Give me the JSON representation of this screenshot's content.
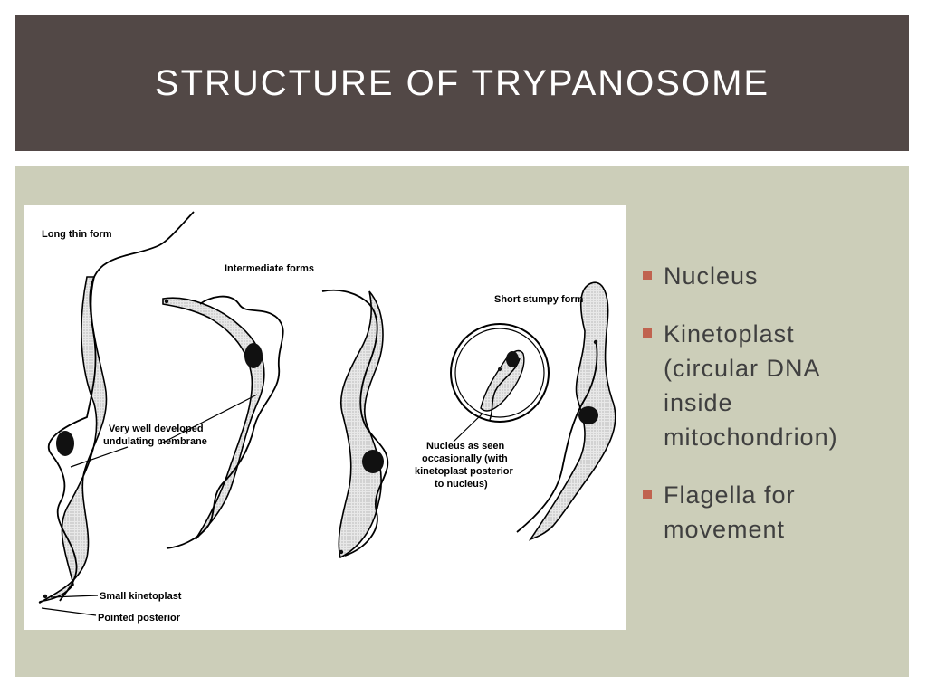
{
  "slide": {
    "title": "STRUCTURE OF TRYPANOSOME"
  },
  "figure": {
    "labels": {
      "long_thin_form": "Long thin form",
      "intermediate_forms": "Intermediate forms",
      "short_stumpy_form": "Short stumpy form",
      "undulating_1": "Very well developed",
      "undulating_2": "undulating membrane",
      "nucleus_note_1": "Nucleus as seen",
      "nucleus_note_2": "occasionally (with",
      "nucleus_note_3": "kinetoplast posterior",
      "nucleus_note_4": "to nucleus)",
      "small_kinetoplast": "Small kinetoplast",
      "pointed_posterior": "Pointed posterior"
    }
  },
  "bullets": [
    {
      "line1": "Nucleus",
      "line2": "",
      "line3": "",
      "line4": ""
    },
    {
      "line1": "Kinetoplast",
      "line2": "(circular DNA",
      "line3": "inside",
      "line4": "mitochondrion)"
    },
    {
      "line1": "Flagella for",
      "line2": "movement",
      "line3": "",
      "line4": ""
    }
  ],
  "colors": {
    "title_bar": "#524846",
    "content_bg": "#ccceb9",
    "bullet_marker": "#c0634f",
    "bullet_text": "#3f3f3f"
  }
}
